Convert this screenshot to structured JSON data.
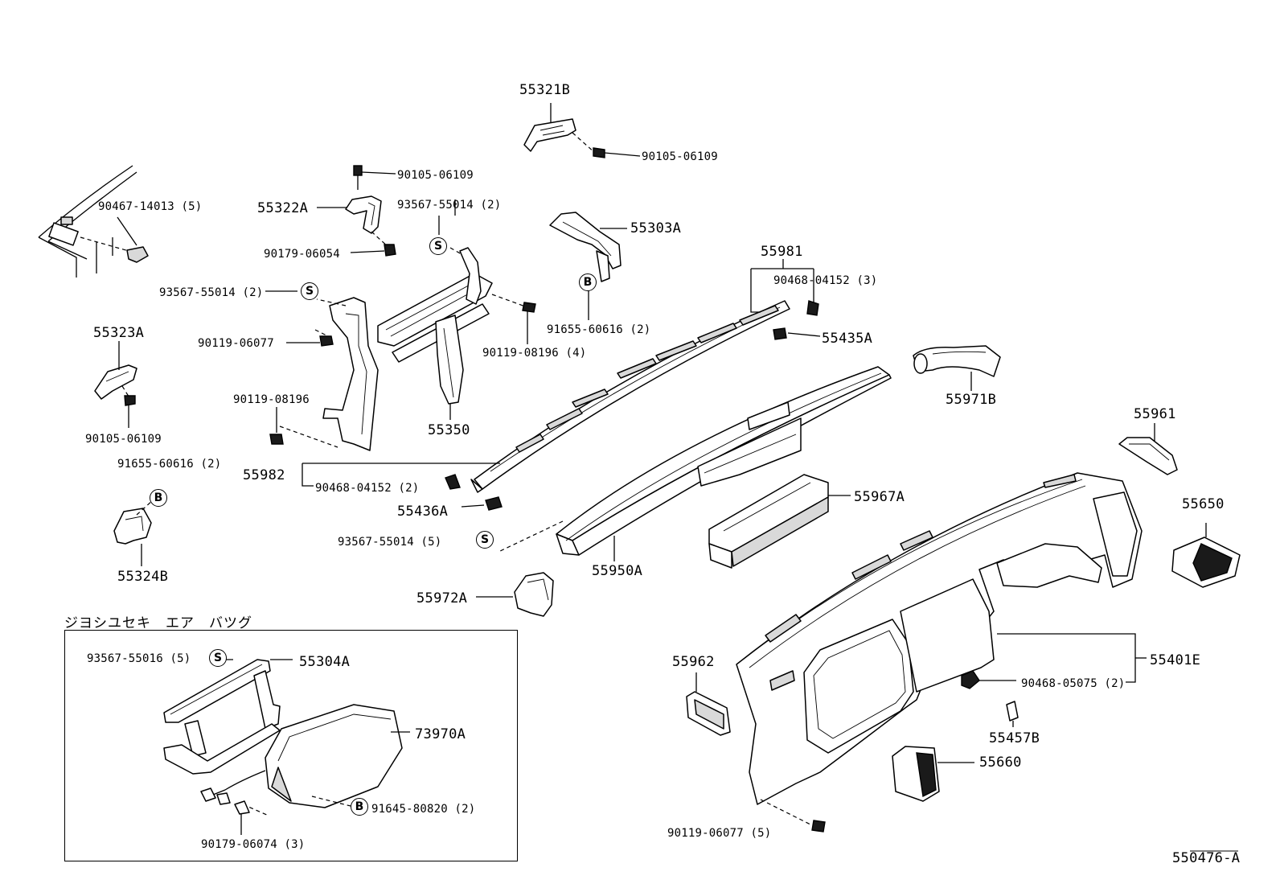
{
  "labels": {
    "p55321b": "55321B",
    "p90105_a": "90105-06109",
    "p90105_b": "90105-06109",
    "p55322a": "55322A",
    "p93567_top": "93567-55014 (2)",
    "p90467": "90467-14013 (5)",
    "p55303a": "55303A",
    "p90179_06054": "90179-06054",
    "p55981": "55981",
    "p90468_3": "90468-04152 (3)",
    "p93567_left": "93567-55014 (2)",
    "p91655_b": "91655-60616 (2)",
    "p90119_08196_4": "90119-08196 (4)",
    "p55435a": "55435A",
    "p55323a": "55323A",
    "p90119_06077": "90119-06077",
    "p55971b": "55971B",
    "p90119_08196": "90119-08196",
    "p55350": "55350",
    "p90105_c": "90105-06109",
    "p55961": "55961",
    "p91655_a": "91655-60616 (2)",
    "p55982": "55982",
    "p90468_2": "90468-04152 (2)",
    "p55967a": "55967A",
    "p55436a": "55436A",
    "p55650": "55650",
    "p55324b": "55324B",
    "p93567_5": "93567-55014 (5)",
    "p55950a": "55950A",
    "p55972a": "55972A",
    "p93567_55016": "93567-55016 (5)",
    "p55304a": "55304A",
    "p73970a": "73970A",
    "p91645": "91645-80820 (2)",
    "p90179_06074": "90179-06074 (3)",
    "p55962": "55962",
    "p55401e": "55401E",
    "p90468_05075": "90468-05075 (2)",
    "p55457b": "55457B",
    "p55660": "55660",
    "p90119_06077_5": "90119-06077 (5)"
  },
  "inset_title": "ジヨシユセキ　エア　バツグ",
  "symbols": {
    "s": "S",
    "b": "B"
  },
  "figure_code": "550476-A"
}
